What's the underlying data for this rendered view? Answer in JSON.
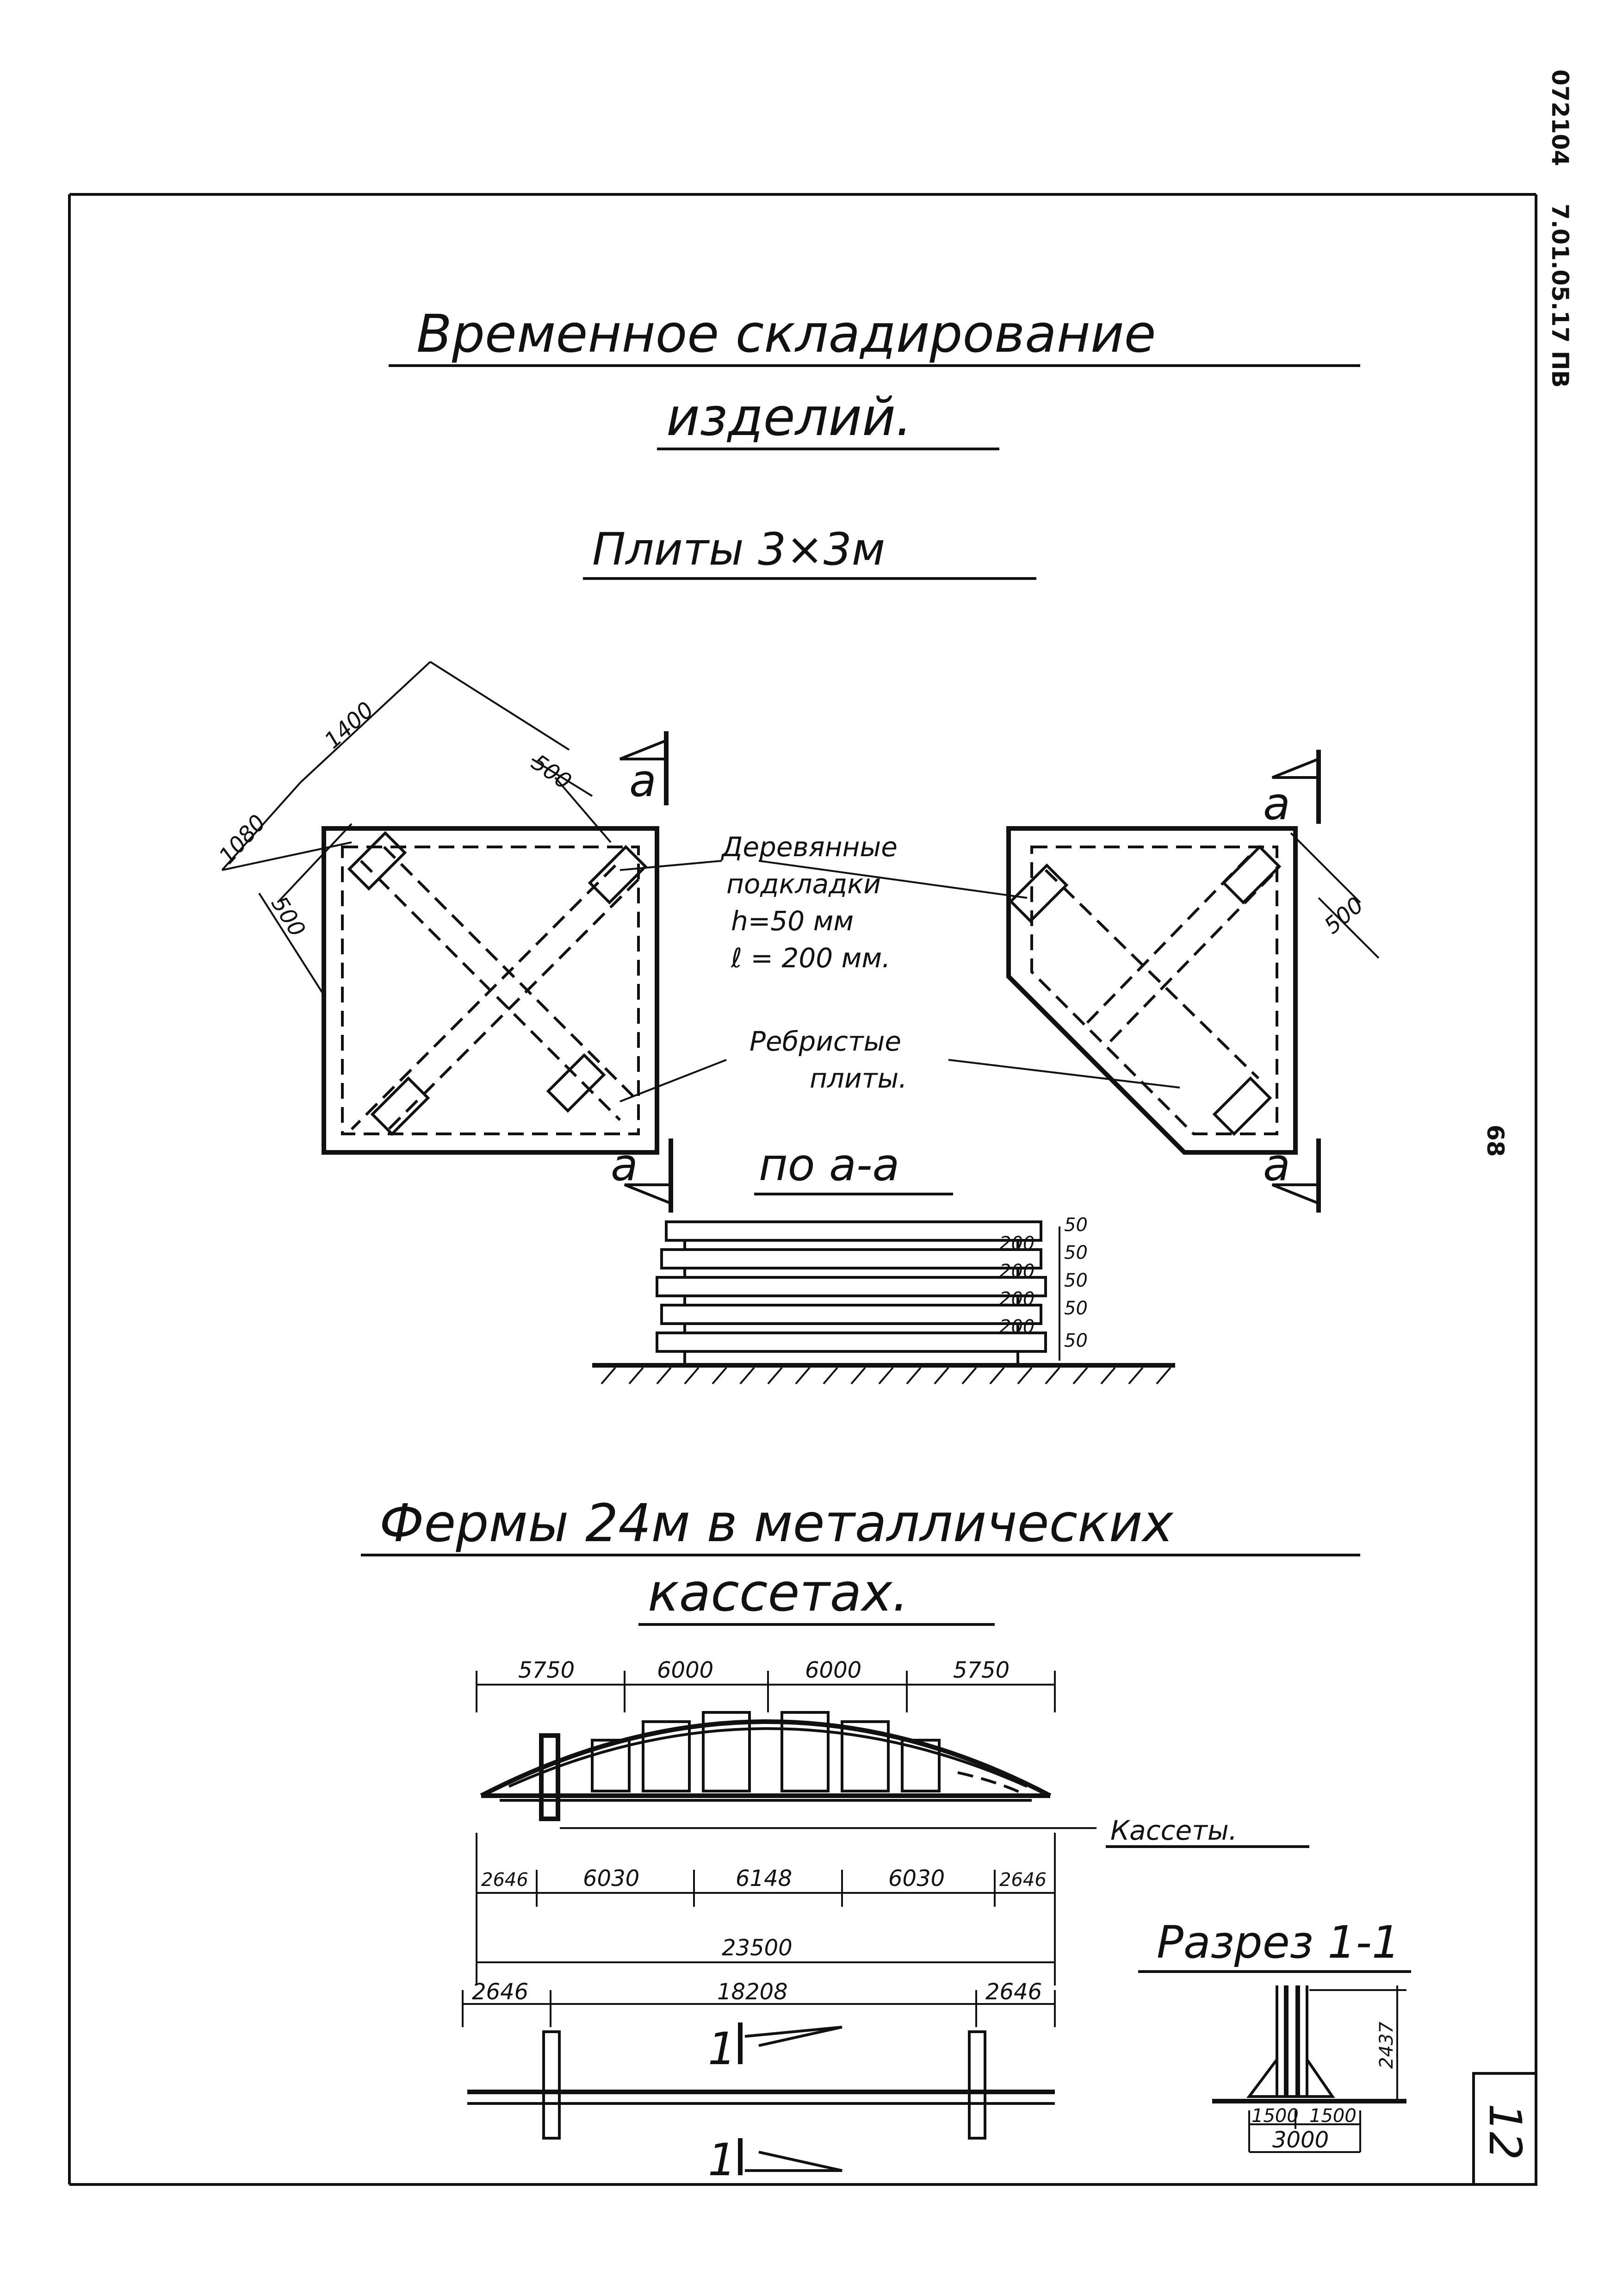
{
  "sheet": {
    "code_top": "072104",
    "code_side": "7.01.05.17 ПВ",
    "page_number": "68",
    "sheet_number": "12"
  },
  "title": {
    "line1": "Временное складирование",
    "line2": "изделий."
  },
  "plates": {
    "heading": "Плиты 3×3м",
    "dims": {
      "d1080": "1080",
      "d1400": "1400",
      "d500_top": "500",
      "d500_side": "500",
      "d500_right": "500"
    },
    "section_mark": "а",
    "label_pads": [
      "Деревянные",
      "подкладки",
      "h=50 мм",
      "ℓ = 200 мм."
    ],
    "label_plates": [
      "Ребристые",
      "плиты."
    ],
    "section_title": "по а-а",
    "stack_dims": [
      "50",
      "200",
      "50",
      "200",
      "50",
      "200",
      "50",
      "200",
      "50"
    ]
  },
  "trusses": {
    "heading_line1": "Фермы 24м в металлических",
    "heading_line2": "кассетах.",
    "top_dims": [
      "5750",
      "6000",
      "6000",
      "5750"
    ],
    "bottom_dims": [
      "2646",
      "6030",
      "6148",
      "6030",
      "2646"
    ],
    "total": "23500",
    "label_cassettes": "Кассеты.",
    "plan_dims": [
      "2646",
      "18208",
      "2646"
    ],
    "cut_mark": "1"
  },
  "section11": {
    "title": "Разрез 1-1",
    "height": "2437",
    "half_left": "1500",
    "half_right": "1500",
    "width": "3000"
  }
}
